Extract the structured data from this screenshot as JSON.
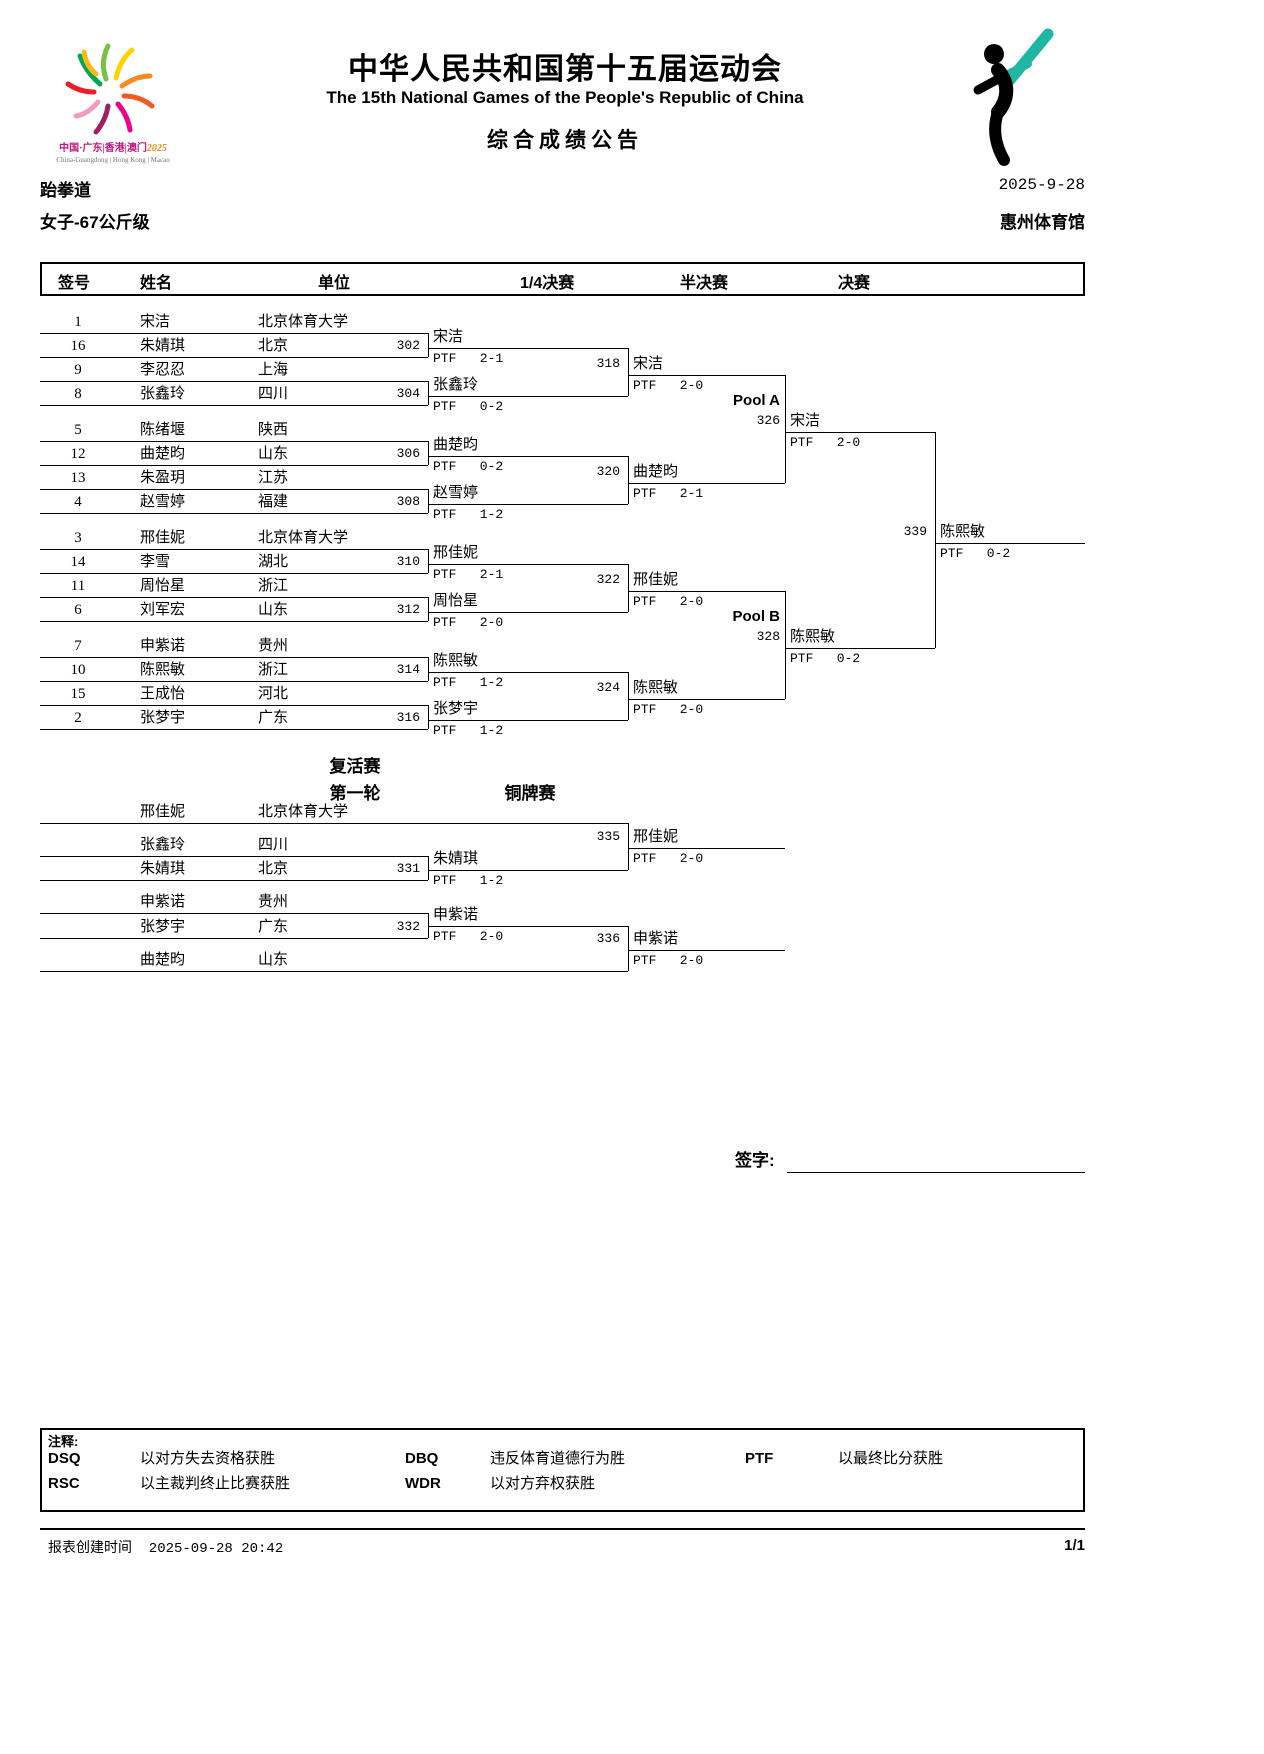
{
  "header": {
    "title_cn": "中华人民共和国第十五届运动会",
    "title_en": "The 15th National Games of the People's Republic of China",
    "subtitle": "综合成绩公告",
    "logo_caption_cn": "中国·广东|香港|澳门",
    "logo_caption_year": "2025",
    "logo_caption_en": "China-Guangdong | Hong Kong | Macao"
  },
  "meta": {
    "sport": "跆拳道",
    "date": "2025-9-28",
    "event": "女子-67公斤级",
    "venue": "惠州体育馆"
  },
  "columns": {
    "seed": "签号",
    "name": "姓名",
    "unit": "单位",
    "qf": "1/4决赛",
    "sf": "半决赛",
    "f": "决赛"
  },
  "bracket": {
    "entries": [
      {
        "seed": "1",
        "name": "宋洁",
        "unit": "北京体育大学"
      },
      {
        "seed": "16",
        "name": "朱婧琪",
        "unit": "北京"
      },
      {
        "seed": "9",
        "name": "李忍忍",
        "unit": "上海"
      },
      {
        "seed": "8",
        "name": "张鑫玲",
        "unit": "四川"
      },
      {
        "seed": "5",
        "name": "陈绪堰",
        "unit": "陕西"
      },
      {
        "seed": "12",
        "name": "曲楚昀",
        "unit": "山东"
      },
      {
        "seed": "13",
        "name": "朱盈玥",
        "unit": "江苏"
      },
      {
        "seed": "4",
        "name": "赵雪婷",
        "unit": "福建"
      },
      {
        "seed": "3",
        "name": "邢佳妮",
        "unit": "北京体育大学"
      },
      {
        "seed": "14",
        "name": "李雪",
        "unit": "湖北"
      },
      {
        "seed": "11",
        "name": "周怡星",
        "unit": "浙江"
      },
      {
        "seed": "6",
        "name": "刘军宏",
        "unit": "山东"
      },
      {
        "seed": "7",
        "name": "申紫诺",
        "unit": "贵州"
      },
      {
        "seed": "10",
        "name": "陈熙敏",
        "unit": "浙江"
      },
      {
        "seed": "15",
        "name": "王成怡",
        "unit": "河北"
      },
      {
        "seed": "2",
        "name": "张梦宇",
        "unit": "广东"
      }
    ],
    "round16": [
      {
        "no": "302",
        "winner": "宋洁",
        "score": "PTF   2-1"
      },
      {
        "no": "304",
        "winner": "张鑫玲",
        "score": "PTF   0-2"
      },
      {
        "no": "306",
        "winner": "曲楚昀",
        "score": "PTF   0-2"
      },
      {
        "no": "308",
        "winner": "赵雪婷",
        "score": "PTF   1-2"
      },
      {
        "no": "310",
        "winner": "邢佳妮",
        "score": "PTF   2-1"
      },
      {
        "no": "312",
        "winner": "周怡星",
        "score": "PTF   2-0"
      },
      {
        "no": "314",
        "winner": "陈熙敏",
        "score": "PTF   1-2"
      },
      {
        "no": "316",
        "winner": "张梦宇",
        "score": "PTF   1-2"
      }
    ],
    "quarterfinals": [
      {
        "no": "318",
        "winner": "宋洁",
        "score": "PTF   2-0"
      },
      {
        "no": "320",
        "winner": "曲楚昀",
        "score": "PTF   2-1"
      },
      {
        "no": "322",
        "winner": "邢佳妮",
        "score": "PTF   2-0"
      },
      {
        "no": "324",
        "winner": "陈熙敏",
        "score": "PTF   2-0"
      }
    ],
    "semifinals": [
      {
        "pool": "Pool A",
        "no": "326",
        "winner": "宋洁",
        "score": "PTF   2-0"
      },
      {
        "pool": "Pool B",
        "no": "328",
        "winner": "陈熙敏",
        "score": "PTF   0-2"
      }
    ],
    "final": {
      "no": "339",
      "winner": "陈熙敏",
      "score": "PTF   0-2"
    }
  },
  "repechage": {
    "title": "复活赛",
    "round_label": "第一轮",
    "bronze_label": "铜牌赛",
    "entries": [
      {
        "name": "邢佳妮",
        "unit": "北京体育大学"
      },
      {
        "name": "张鑫玲",
        "unit": "四川"
      },
      {
        "name": "朱婧琪",
        "unit": "北京"
      },
      {
        "name": "申紫诺",
        "unit": "贵州"
      },
      {
        "name": "张梦宇",
        "unit": "广东"
      },
      {
        "name": "曲楚昀",
        "unit": "山东"
      }
    ],
    "round1": [
      {
        "no": "331",
        "winner": "朱婧琪",
        "score": "PTF   1-2"
      },
      {
        "no": "332",
        "winner": "申紫诺",
        "score": "PTF   2-0"
      }
    ],
    "bronze": [
      {
        "no": "335",
        "winner": "邢佳妮",
        "score": "PTF   2-0"
      },
      {
        "no": "336",
        "winner": "申紫诺",
        "score": "PTF   2-0"
      }
    ]
  },
  "signature": {
    "label": "签字:"
  },
  "notes": {
    "label": "注释:",
    "items": [
      {
        "code": "DSQ",
        "desc": "以对方失去资格获胜"
      },
      {
        "code": "RSC",
        "desc": "以主裁判终止比赛获胜"
      },
      {
        "code": "DBQ",
        "desc": "违反体育道德行为胜"
      },
      {
        "code": "WDR",
        "desc": "以对方弃权获胜"
      },
      {
        "code": "PTF",
        "desc": "以最终比分获胜"
      }
    ]
  },
  "footer": {
    "created": "报表创建时间  2025-09-28 20:42",
    "page": "1/1"
  }
}
